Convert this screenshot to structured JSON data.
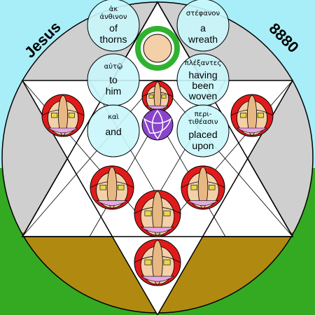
{
  "corner_labels": {
    "name": "Jesus",
    "number": "8880"
  },
  "phrases": [
    {
      "greek": [
        "ἀκ",
        "άνθινον"
      ],
      "english": [
        "of",
        "thorns"
      ]
    },
    {
      "greek": [
        "στέφανον"
      ],
      "english": [
        "a",
        "wreath"
      ]
    },
    {
      "greek": [
        "αὐτῷ"
      ],
      "english": [
        "to",
        "him"
      ]
    },
    {
      "greek": [
        "πλέξαντες"
      ],
      "english": [
        "having",
        "been",
        "woven"
      ]
    },
    {
      "greek": [
        "καὶ"
      ],
      "english": [
        "and"
      ]
    },
    {
      "greek": [
        "περι-",
        "τιθέασιν"
      ],
      "english": [
        "placed",
        "upon"
      ]
    }
  ],
  "colors": {
    "sky": "#a8eef8",
    "grass": "#33aa22",
    "earth": "#b08a10",
    "disc": "#cfcfcf",
    "hexagram": "#ffffff",
    "bubble": "#c8f6fb",
    "robe_purple": "#8a44cc",
    "wreath_green": "#2fb22f",
    "skin": "#f4d0a8",
    "hair_red": "#e11b1b",
    "leaf_tan": "#e8b884",
    "leaf_yellow": "#e6d64a",
    "pink": "#e6a8e6"
  }
}
